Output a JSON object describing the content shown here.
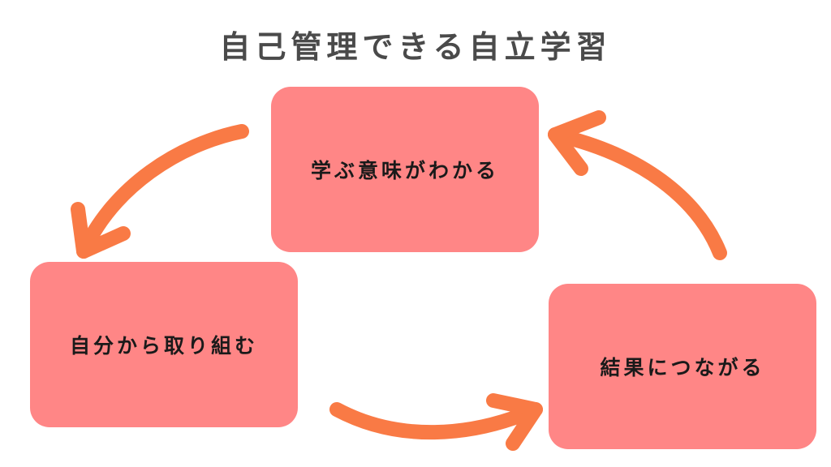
{
  "title": "自己管理できる自立学習",
  "steps": [
    {
      "label": "学ぶ意味がわかる"
    },
    {
      "label": "自分から取り組む"
    },
    {
      "label": "結果につながる"
    }
  ],
  "colors": {
    "box": "#ff8686",
    "arrow": "#f97a45",
    "title": "#4a4a4a",
    "text": "#1a1a1a"
  }
}
